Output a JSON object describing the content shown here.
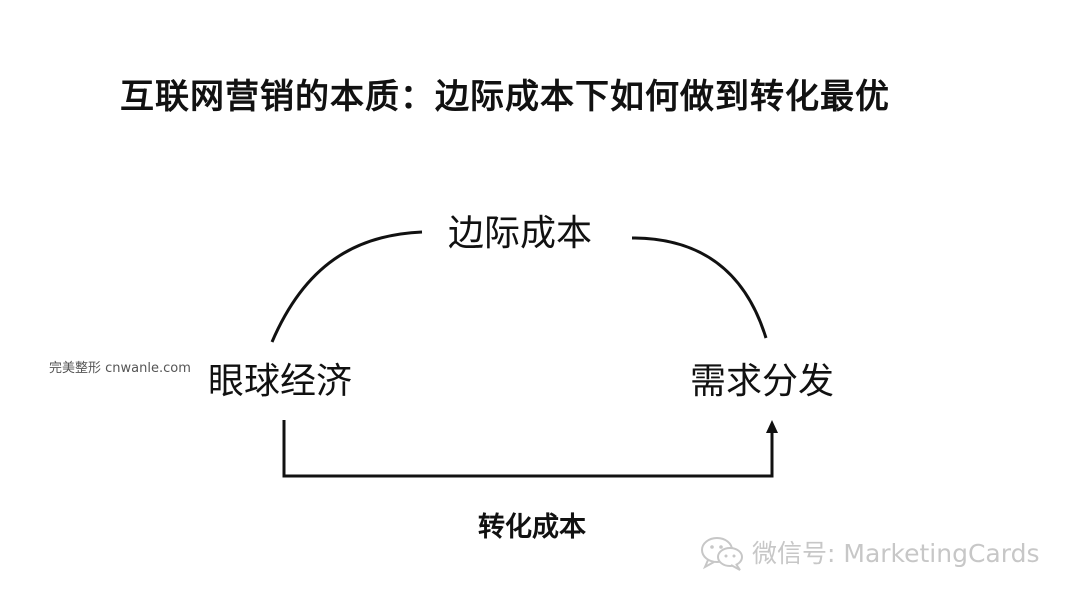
{
  "title": "互联网营销的本质：边际成本下如何做到转化最优",
  "nodes": {
    "top": "边际成本",
    "left": "眼球经济",
    "right": "需求分发"
  },
  "bottom_label": "转化成本",
  "watermarks": {
    "side": "完美整形 cnwanle.com",
    "wechat": "微信号: MarketingCards",
    "wechat_icon": "wechat-icon"
  },
  "colors": {
    "line": "#111111",
    "watermark": "#c7c7c7"
  }
}
